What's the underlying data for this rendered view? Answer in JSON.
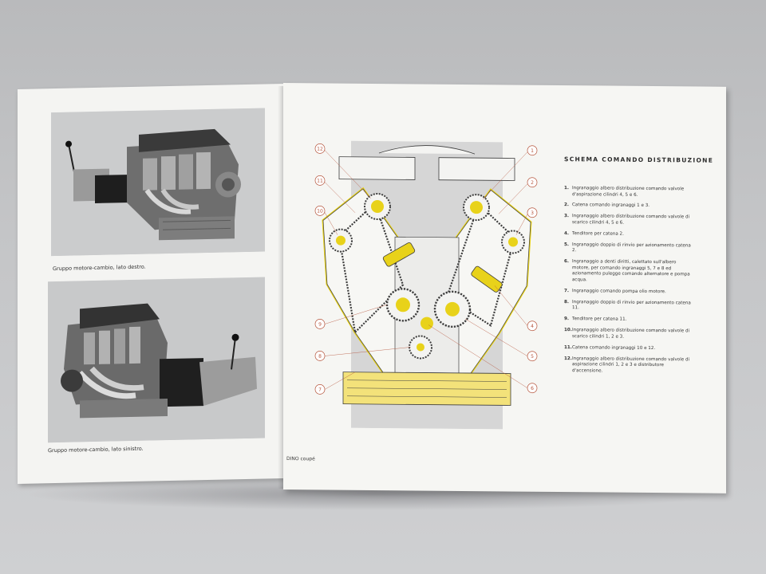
{
  "left_page": {
    "captions": [
      "Gruppo motore-cambio, lato destro.",
      "Gruppo motore-cambio, lato sinistro."
    ]
  },
  "right_page": {
    "title": "SCHEMA COMANDO DISTRIBUZIONE",
    "callouts": [
      "12",
      "11",
      "10",
      "9",
      "8",
      "7",
      "1",
      "2",
      "3",
      "4",
      "5",
      "6"
    ],
    "legend": [
      {
        "num": "1.",
        "text": "Ingranaggio albero distribuzione comando valvole d'aspirazione cilindri 4, 5 e 6."
      },
      {
        "num": "2.",
        "text": "Catena comando ingranaggi 1 e 3."
      },
      {
        "num": "3.",
        "text": "Ingranaggio albero distribuzione comando valvole di scarico cilindri 4, 5 e 6."
      },
      {
        "num": "4.",
        "text": "Tenditore per catena 2."
      },
      {
        "num": "5.",
        "text": "Ingranaggio doppio di rinvio per azionamento catena 2."
      },
      {
        "num": "6.",
        "text": "Ingranaggio a denti diritti, calettato sull'albero motore, per comando ingranaggi 5, 7 e 8 ed azionamento pulegge comando alternatore e pompa acqua."
      },
      {
        "num": "7.",
        "text": "Ingranaggio comando pompa olio motore."
      },
      {
        "num": "8.",
        "text": "Ingranaggio doppio di rinvio per azionamento catena 11."
      },
      {
        "num": "9.",
        "text": "Tenditore per catena 11."
      },
      {
        "num": "10.",
        "text": "Ingranaggio albero distribuzione comando valvole di scarico cilindri 1, 2 e 3."
      },
      {
        "num": "11.",
        "text": "Catena comando ingranaggi 10 e 12."
      },
      {
        "num": "12.",
        "text": "Ingranaggio albero distribuzione comando valvole di aspirazione cilindri 1, 2 e 3 e distributore d'accensione."
      }
    ],
    "footer": "DINO coupé"
  },
  "colors": {
    "callout": "#b5533a",
    "highlight": "#e8d21a",
    "line": "#3d3d3d"
  }
}
